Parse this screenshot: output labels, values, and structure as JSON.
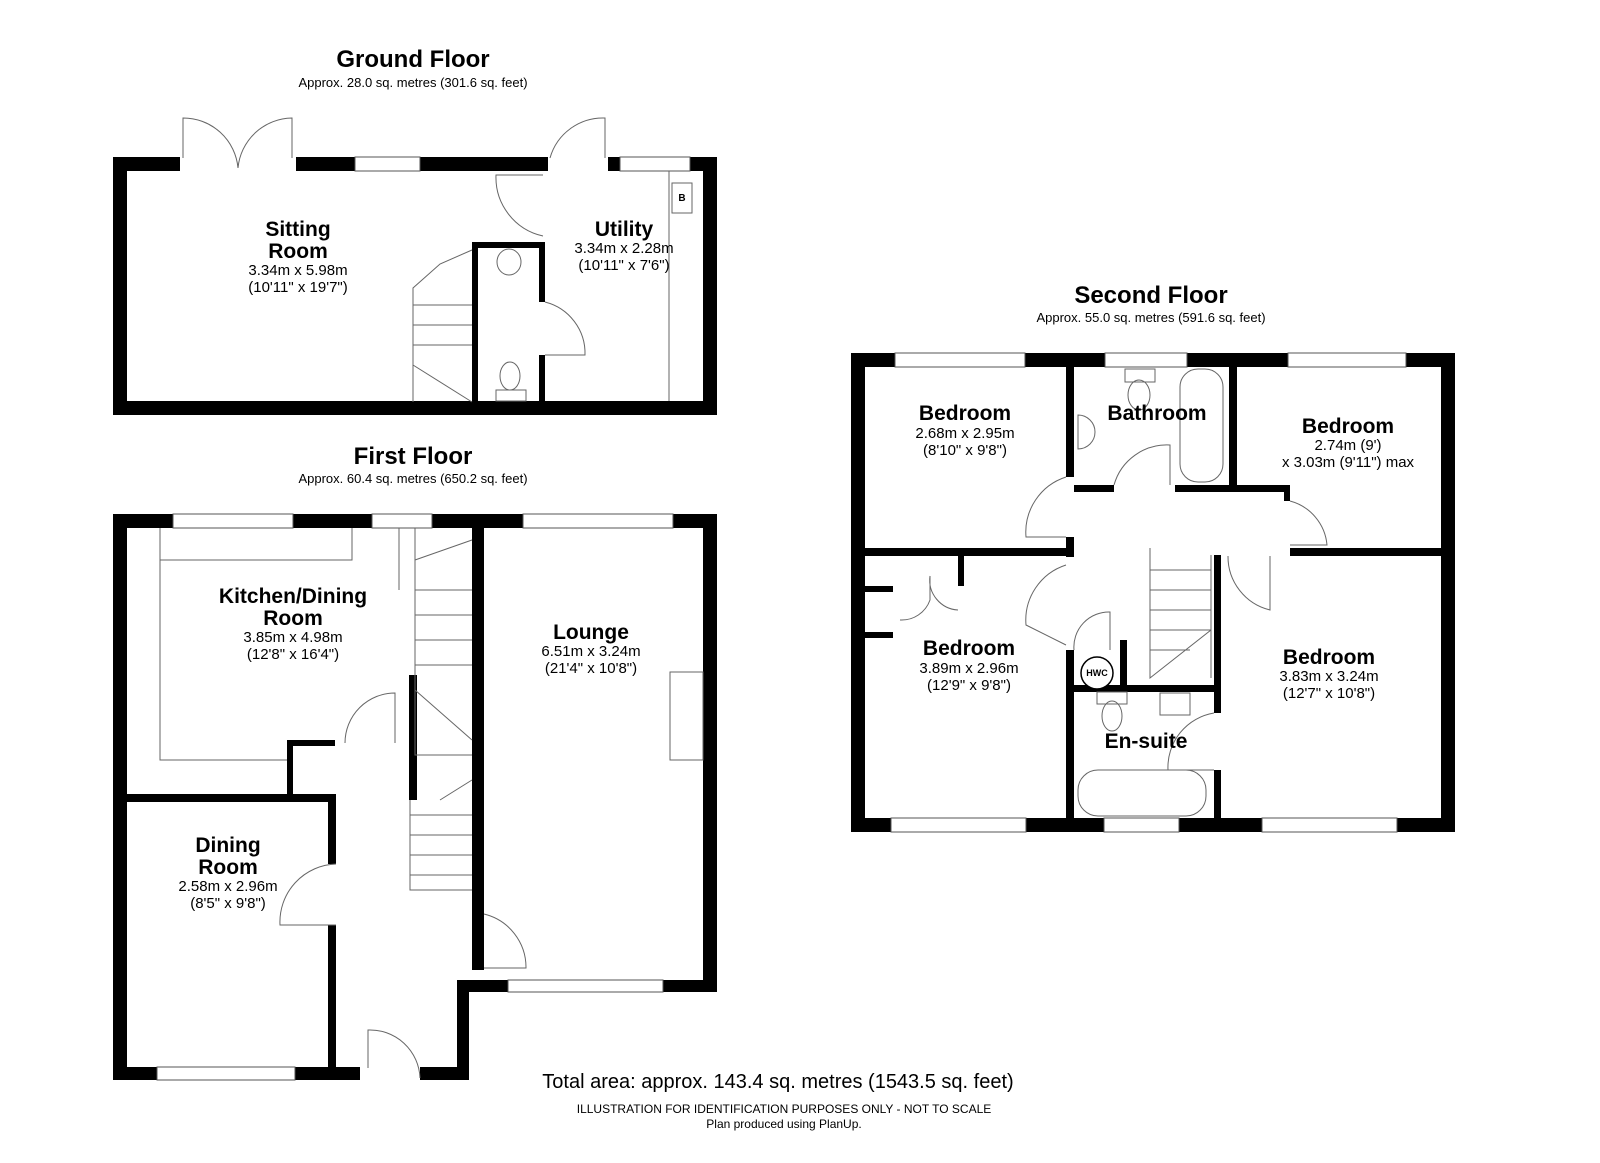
{
  "floors": {
    "ground": {
      "title": "Ground Floor",
      "area": "Approx. 28.0 sq. metres (301.6 sq. feet)",
      "rooms": [
        {
          "name1": "Sitting",
          "name2": "Room",
          "metric": "3.34m x 5.98m",
          "imperial": "(10'11\" x 19'7\")"
        },
        {
          "name1": "Utility",
          "metric": "3.34m x 2.28m",
          "imperial": "(10'11\" x 7'6\")"
        }
      ],
      "boiler_label": "B"
    },
    "first": {
      "title": "First Floor",
      "area": "Approx. 60.4 sq. metres (650.2 sq. feet)",
      "rooms": [
        {
          "name1": "Kitchen/Dining",
          "name2": "Room",
          "metric": "3.85m x 4.98m",
          "imperial": "(12'8\" x 16'4\")"
        },
        {
          "name1": "Lounge",
          "metric": "6.51m x 3.24m",
          "imperial": "(21'4\" x 10'8\")"
        },
        {
          "name1": "Dining",
          "name2": "Room",
          "metric": "2.58m x 2.96m",
          "imperial": "(8'5\" x 9'8\")"
        }
      ]
    },
    "second": {
      "title": "Second Floor",
      "area": "Approx. 55.0 sq. metres (591.6 sq. feet)",
      "rooms": [
        {
          "name1": "Bedroom",
          "metric": "2.68m x 2.95m",
          "imperial": "(8'10\" x 9'8\")"
        },
        {
          "name1": "Bathroom"
        },
        {
          "name1": "Bedroom",
          "metric": "2.74m (9')",
          "imperial": "x 3.03m (9'11\") max"
        },
        {
          "name1": "Bedroom",
          "metric": "3.89m x 2.96m",
          "imperial": "(12'9\" x 9'8\")"
        },
        {
          "name1": "Bedroom",
          "metric": "3.83m x 3.24m",
          "imperial": "(12'7\" x 10'8\")"
        },
        {
          "name1": "En-suite"
        }
      ],
      "hwc_label": "HWC"
    }
  },
  "footer": {
    "total": "Total area: approx. 143.4 sq. metres (1543.5 sq. feet)",
    "disclaimer": "ILLUSTRATION FOR IDENTIFICATION PURPOSES ONLY - NOT TO SCALE",
    "credit": "Plan produced using PlanUp."
  }
}
